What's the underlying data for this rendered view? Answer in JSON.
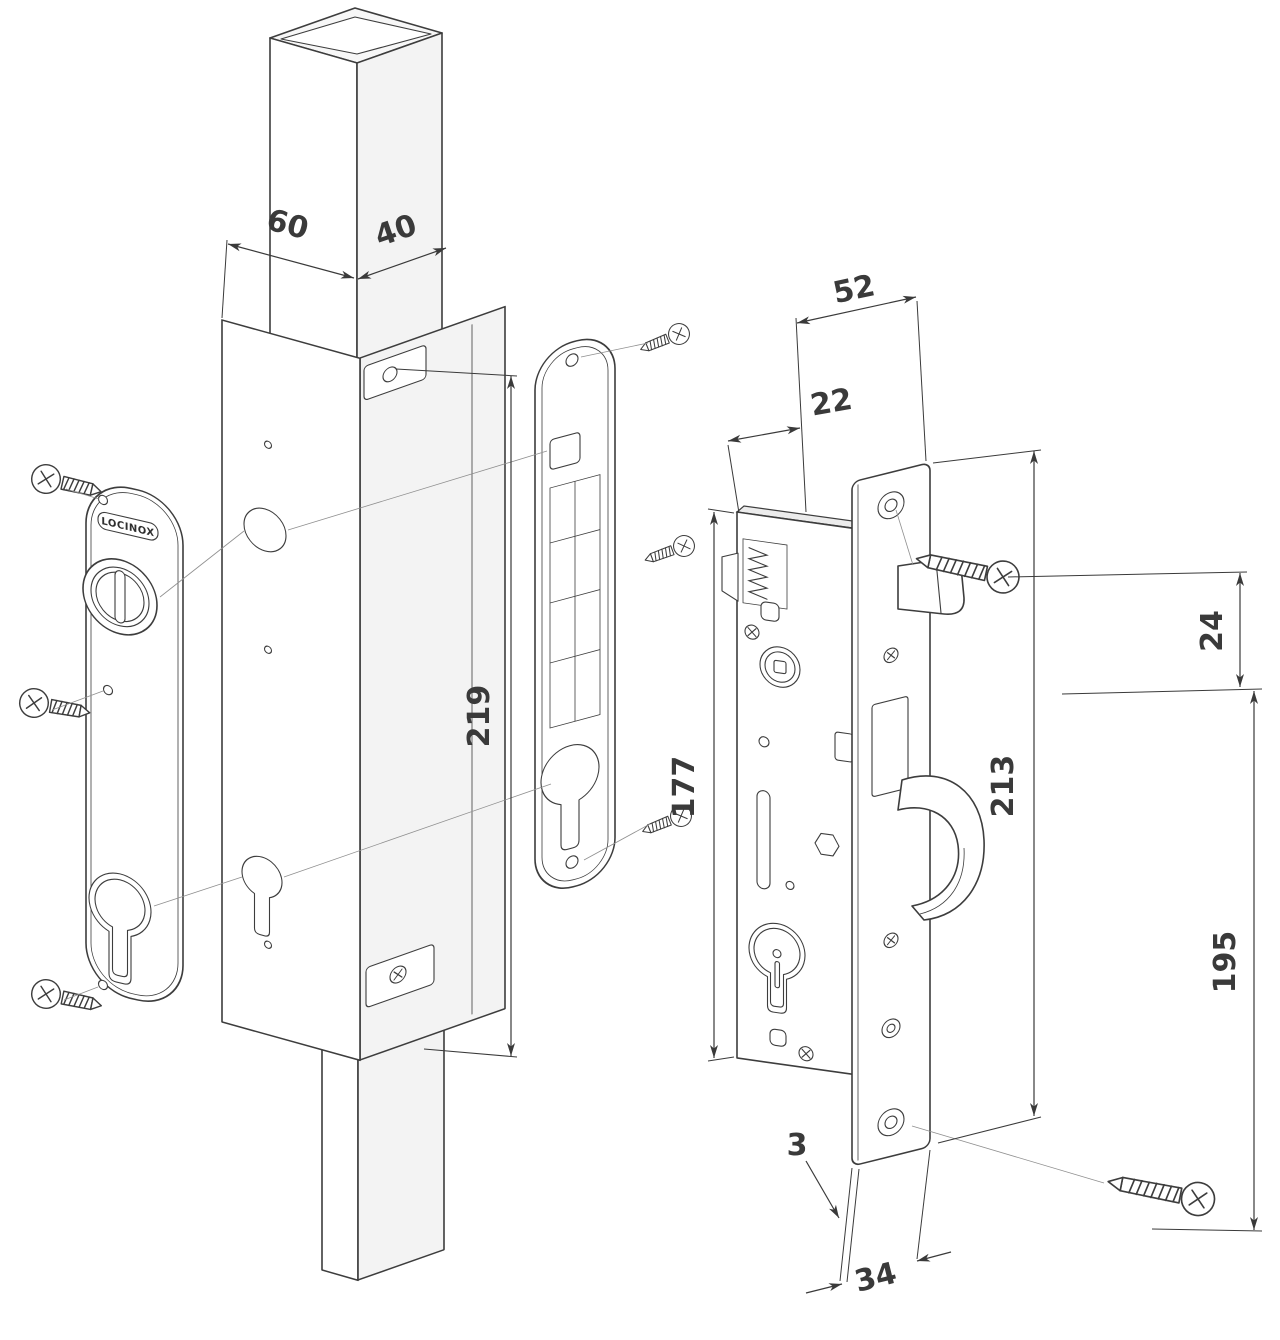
{
  "diagram": {
    "brand": "LOCINOX",
    "dimensions": {
      "post_width": "60",
      "post_depth": "40",
      "lock_depth": "52",
      "backset": "22",
      "housing_height": "219",
      "lock_body_height": "177",
      "latch_offset": "24",
      "faceplate_height": "213",
      "screw_spacing": "195",
      "faceplate_thickness": "3",
      "faceplate_width": "34"
    }
  }
}
